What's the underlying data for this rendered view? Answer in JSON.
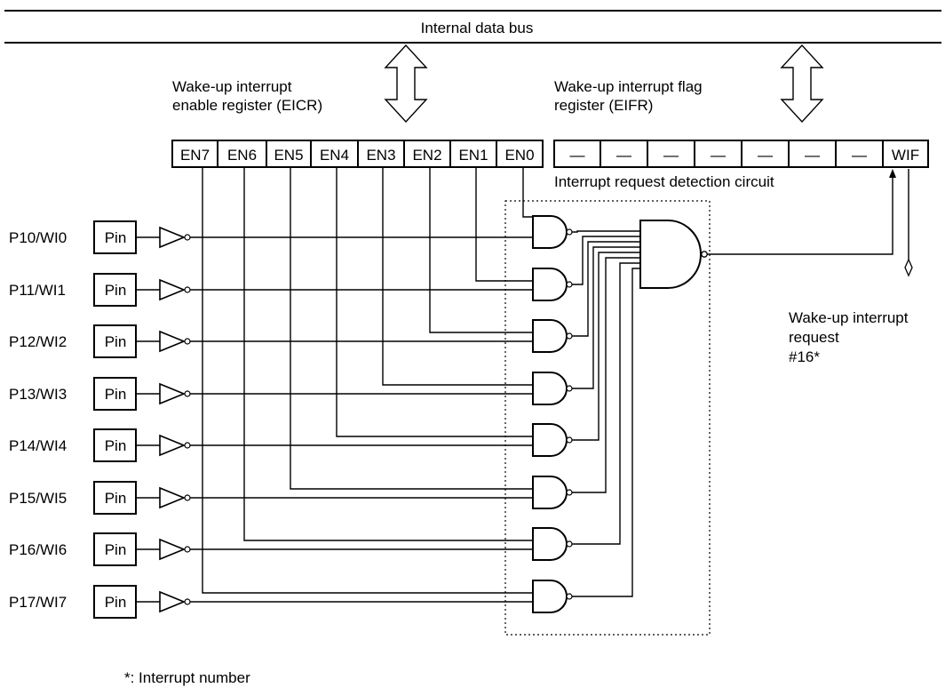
{
  "bus": {
    "label": "Internal data bus"
  },
  "eicr": {
    "title_line1": "Wake-up interrupt",
    "title_line2": "enable register (EICR)",
    "bits": [
      "EN7",
      "EN6",
      "EN5",
      "EN4",
      "EN3",
      "EN2",
      "EN1",
      "EN0"
    ]
  },
  "eifr": {
    "title_line1": "Wake-up interrupt flag",
    "title_line2": "register (EIFR)",
    "bits": [
      "—",
      "—",
      "—",
      "—",
      "—",
      "—",
      "—",
      "WIF"
    ]
  },
  "detection": {
    "label": "Interrupt request detection circuit"
  },
  "pin_label": "Pin",
  "pins": [
    "P10/WI0",
    "P11/WI1",
    "P12/WI2",
    "P13/WI3",
    "P14/WI4",
    "P15/WI5",
    "P16/WI6",
    "P17/WI7"
  ],
  "request": {
    "line1": "Wake-up interrupt",
    "line2": "request",
    "line3": "#16*"
  },
  "footnote": "*: Interrupt number"
}
